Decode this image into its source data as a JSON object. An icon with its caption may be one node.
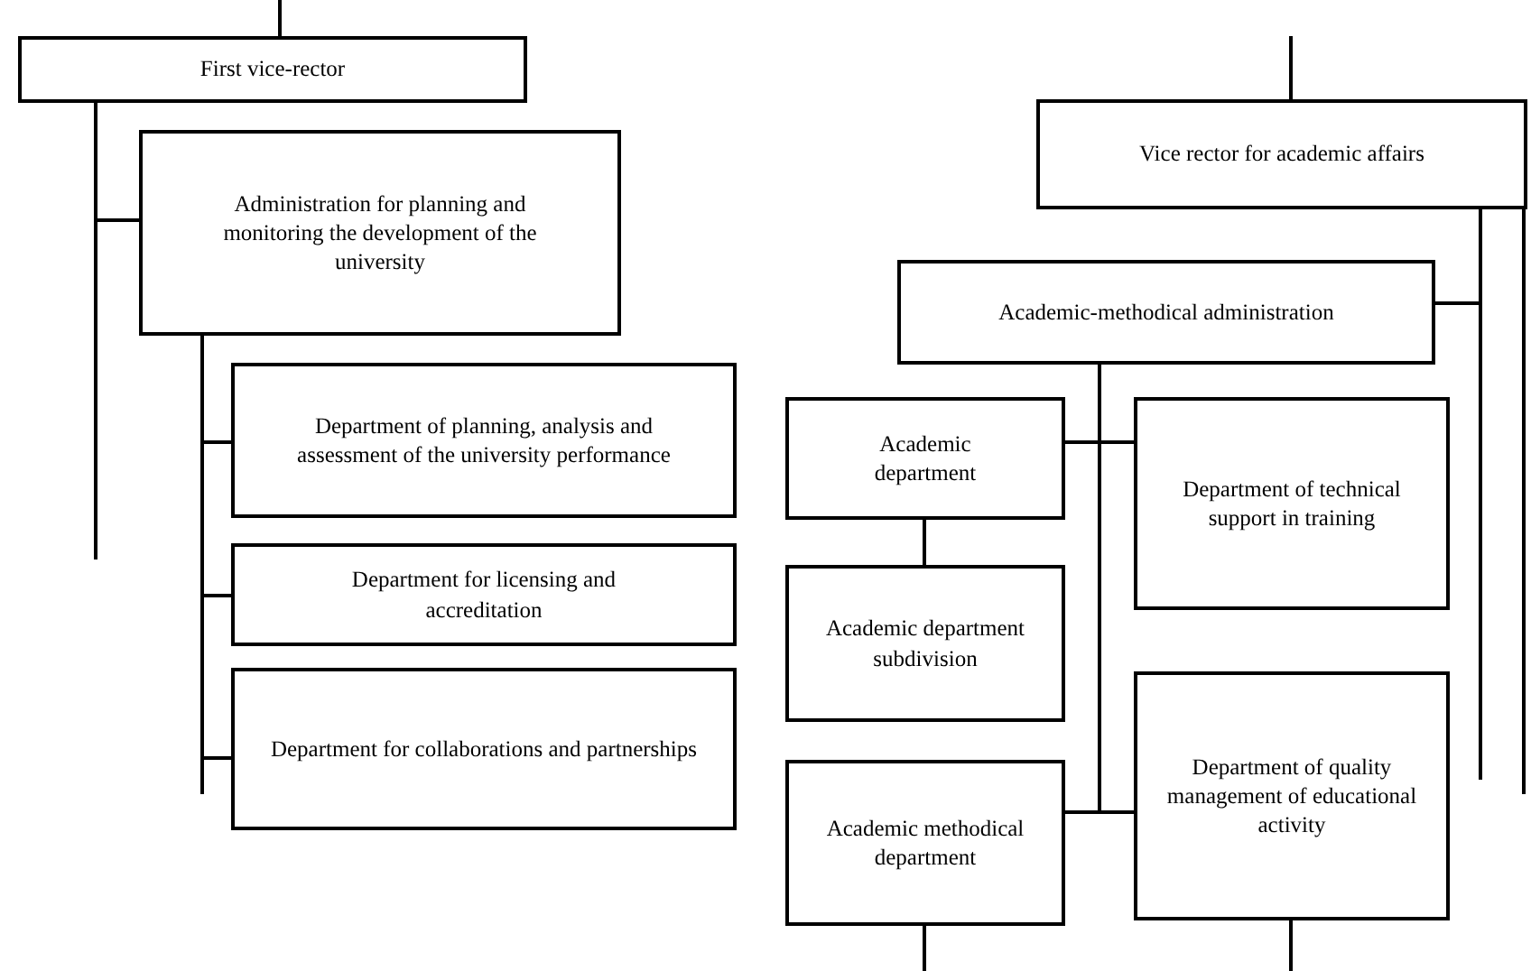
{
  "diagram": {
    "nodes": [
      {
        "text": [
          "First vice-rector"
        ]
      },
      {
        "text": [
          "Administration for planning and monitoring the development of the university"
        ]
      },
      {
        "text": [
          "Department of planning, analysis and assessment of the university performance"
        ]
      },
      {
        "text": [
          "Department for licensing and accreditation"
        ]
      },
      {
        "text": [
          "Department for collaborations and partnerships"
        ]
      },
      {
        "text": [
          "Vice rector for academic affairs"
        ]
      },
      {
        "text": [
          "Academic-methodical administration"
        ]
      },
      {
        "text": [
          "Academic department"
        ]
      },
      {
        "text": [
          "Department of technical support in training"
        ]
      },
      {
        "text": [
          "Academic department subdivision"
        ]
      },
      {
        "text": [
          "Department of quality management of educational activity"
        ]
      },
      {
        "text": [
          "Academic methodical department"
        ]
      }
    ],
    "edges": [
      {
        "from": null,
        "to": 0,
        "arrow": "none"
      },
      {
        "from": 0,
        "to": 1,
        "arrow": "none"
      },
      {
        "from": 0,
        "to": null,
        "arrow": "none"
      },
      {
        "from": 1,
        "to": 2,
        "arrow": "none"
      },
      {
        "from": 1,
        "to": 3,
        "arrow": "none"
      },
      {
        "from": 1,
        "to": 4,
        "arrow": "none"
      },
      {
        "from": 1,
        "to": null,
        "arrow": "none"
      },
      {
        "from": null,
        "to": 5,
        "arrow": "none"
      },
      {
        "from": 5,
        "to": 6,
        "arrow": "none"
      },
      {
        "from": 5,
        "to": null,
        "arrow": "none"
      },
      {
        "from": 5,
        "to": null,
        "arrow": "none"
      },
      {
        "from": 6,
        "to": 7,
        "arrow": "none"
      },
      {
        "from": 6,
        "to": 8,
        "arrow": "none"
      },
      {
        "from": 6,
        "to": 11,
        "arrow": "none"
      },
      {
        "from": 6,
        "to": 10,
        "arrow": "none"
      },
      {
        "from": 7,
        "to": 9,
        "arrow": "none"
      },
      {
        "from": 11,
        "to": null,
        "arrow": "none"
      },
      {
        "from": 10,
        "to": null,
        "arrow": "none"
      }
    ]
  }
}
